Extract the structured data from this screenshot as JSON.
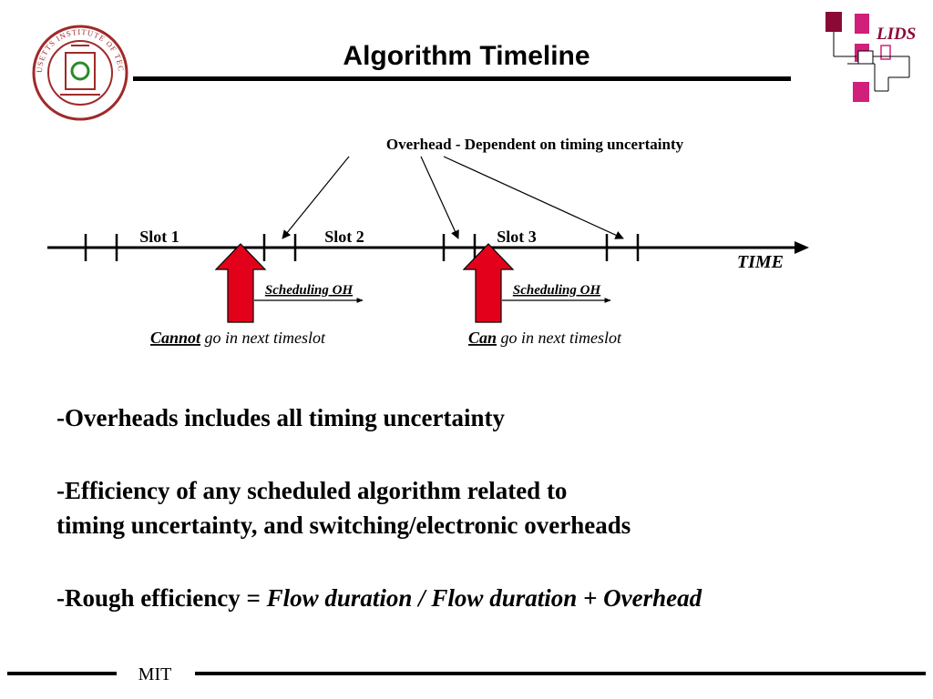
{
  "slide": {
    "title": "Algorithm Timeline",
    "seal_text": "MASSACHUSETTS INSTITUTE OF TECHNOLOGY",
    "lab_logo_text": "LIDS",
    "footer": "MIT"
  },
  "diagram": {
    "overhead_note": "Overhead - Dependent on timing uncertainty",
    "slots": [
      "Slot 1",
      "Slot 2",
      "Slot 3"
    ],
    "axis_label": "TIME",
    "scheduling_label": "Scheduling OH",
    "cannot_word": "Cannot",
    "cannot_rest": " go in next timeslot",
    "can_word": "Can",
    "can_rest": " go in next timeslot"
  },
  "bullets": {
    "b1": "-Overheads includes all timing uncertainty",
    "b2_line1": "-Efficiency of any scheduled algorithm related to",
    "b2_line2": "timing uncertainty, and switching/electronic overheads",
    "b3_prefix": "-Rough efficiency = ",
    "b3_formula": "Flow duration / Flow duration + Overhead"
  },
  "colors": {
    "accent_red": "#e3001b",
    "seal_red": "#a02a2a",
    "logo_maroon": "#8b0a35",
    "logo_pink": "#d0207a"
  },
  "icons": [
    "mit-seal-icon",
    "lids-logo-icon",
    "up-arrow-icon",
    "right-arrow-icon"
  ]
}
